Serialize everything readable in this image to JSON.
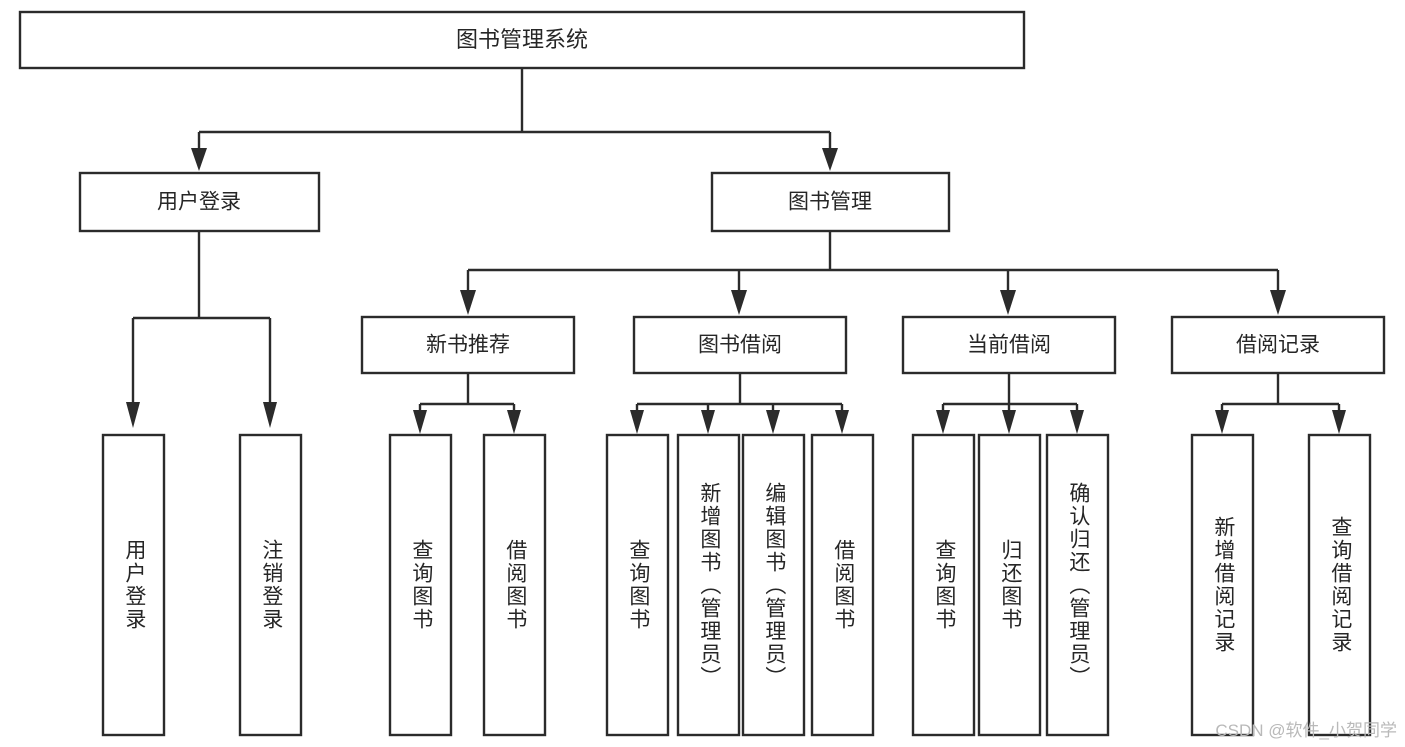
{
  "diagram": {
    "type": "tree-hierarchy-flowchart",
    "title_node": {
      "label": "图书管理系统"
    },
    "level2": [
      {
        "id": "user-login",
        "label": "用户登录"
      },
      {
        "id": "book-management",
        "label": "图书管理"
      }
    ],
    "level3": [
      {
        "id": "new-book-recommend",
        "label": "新书推荐",
        "parent": "book-management"
      },
      {
        "id": "book-borrow",
        "label": "图书借阅",
        "parent": "book-management"
      },
      {
        "id": "current-borrow",
        "label": "当前借阅",
        "parent": "book-management"
      },
      {
        "id": "borrow-record",
        "label": "借阅记录",
        "parent": "book-management"
      }
    ],
    "leaves": [
      {
        "id": "leaf-user-login",
        "label": "用户登录",
        "parent": "user-login"
      },
      {
        "id": "leaf-logout",
        "label": "注销登录",
        "parent": "user-login"
      },
      {
        "id": "leaf-query-books-1",
        "label": "查询图书",
        "parent": "new-book-recommend"
      },
      {
        "id": "leaf-borrow-books-1",
        "label": "借阅图书",
        "parent": "new-book-recommend"
      },
      {
        "id": "leaf-query-books-2",
        "label": "查询图书",
        "parent": "book-borrow"
      },
      {
        "id": "leaf-add-book",
        "label": "新增图书（管理员）",
        "parent": "book-borrow"
      },
      {
        "id": "leaf-edit-book",
        "label": "编辑图书（管理员）",
        "parent": "book-borrow"
      },
      {
        "id": "leaf-borrow-books-2",
        "label": "借阅图书",
        "parent": "book-borrow"
      },
      {
        "id": "leaf-query-books-3",
        "label": "查询图书",
        "parent": "current-borrow"
      },
      {
        "id": "leaf-return-book",
        "label": "归还图书",
        "parent": "current-borrow"
      },
      {
        "id": "leaf-confirm-return",
        "label": "确认归还（管理员）",
        "parent": "current-borrow"
      },
      {
        "id": "leaf-add-record",
        "label": "新增借阅记录",
        "parent": "borrow-record"
      },
      {
        "id": "leaf-query-record",
        "label": "查询借阅记录",
        "parent": "borrow-record"
      }
    ],
    "watermark": "CSDN @软件_小贺同学",
    "colors": {
      "stroke": "#2b2b2b",
      "fill": "#ffffff",
      "text": "#262626",
      "watermark": "#b9b9b9",
      "background": "#ffffff"
    }
  }
}
